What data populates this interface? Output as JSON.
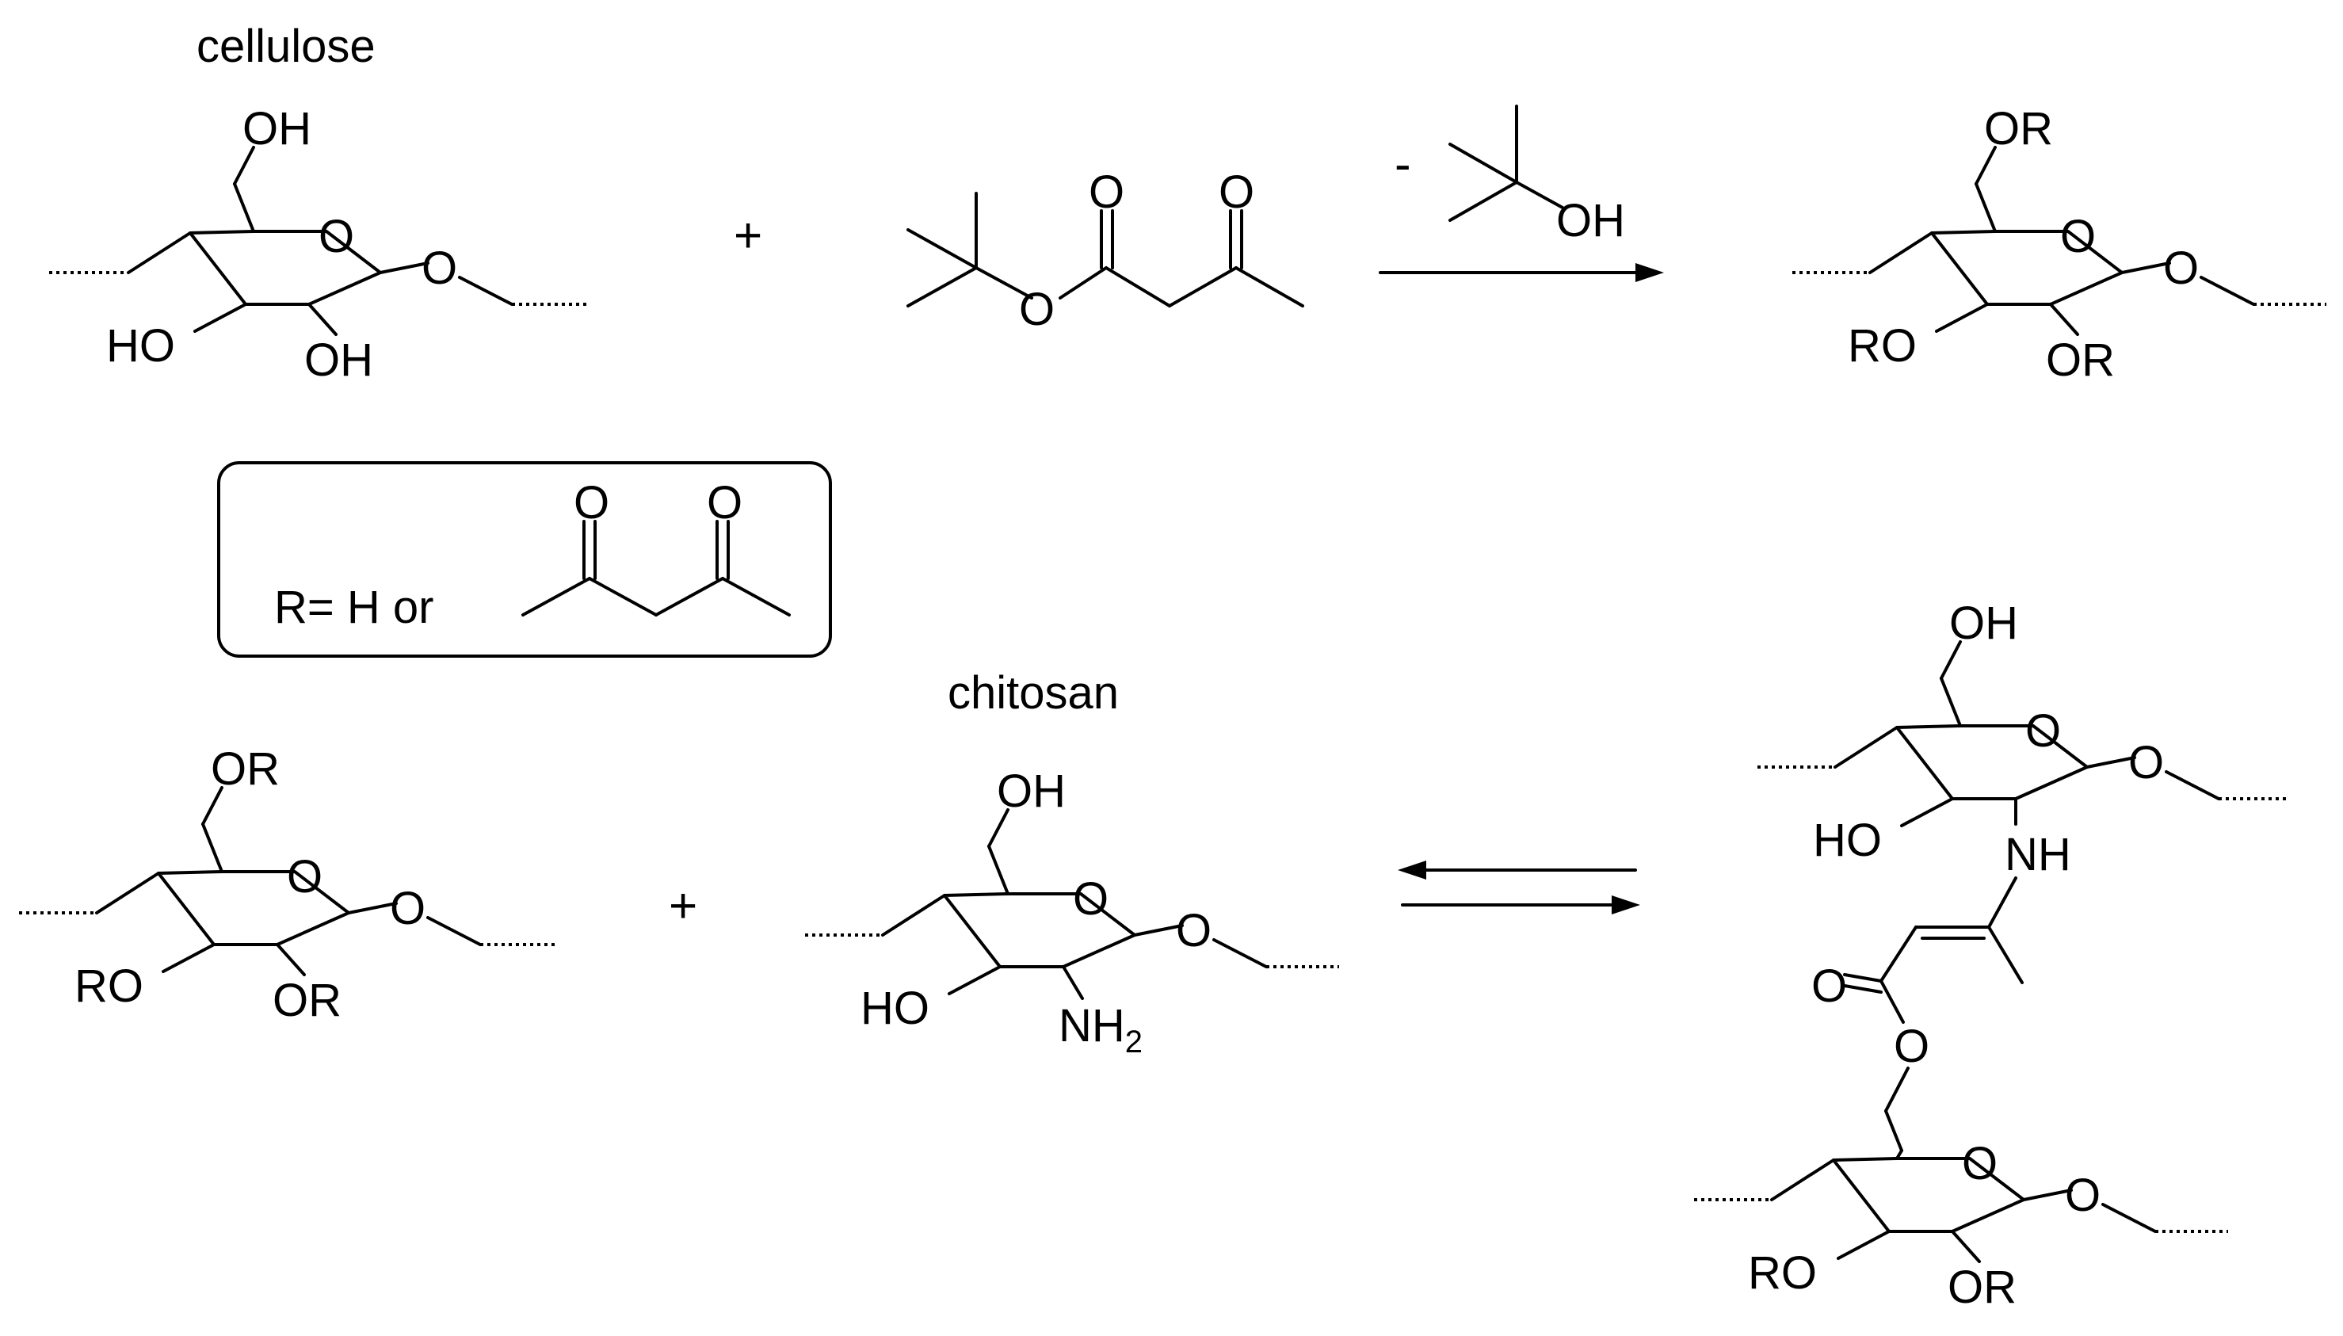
{
  "names": {
    "cellulose": "cellulose",
    "chitosan": "chitosan"
  },
  "operators": {
    "plus": "+",
    "minus": "-"
  },
  "legend": {
    "text": "R= H or"
  },
  "atoms": {
    "O": "O",
    "OH": "OH",
    "HO": "HO",
    "OR": "OR",
    "RO": "RO",
    "NH": "NH",
    "NH2_main": "NH",
    "NH2_sub": "2"
  }
}
